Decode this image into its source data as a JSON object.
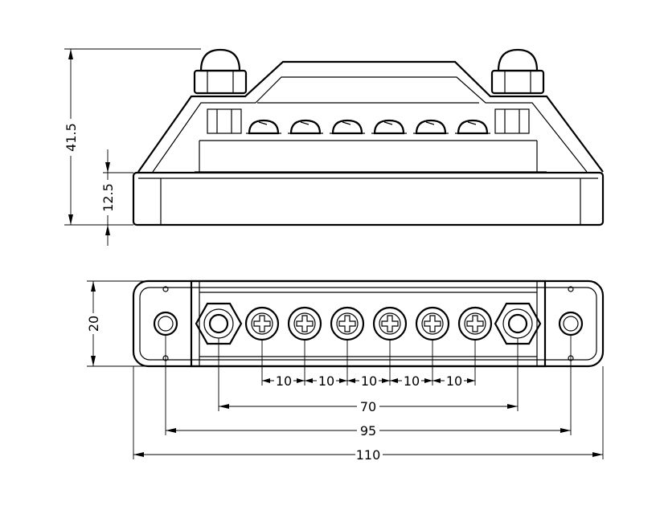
{
  "drawing": {
    "front_view": {
      "dimensions": {
        "total_height": "41.5",
        "base_height": "12.5"
      }
    },
    "top_view": {
      "dimensions": {
        "width": "20",
        "screw_pitch": [
          "10",
          "10",
          "10",
          "10",
          "10"
        ],
        "stud_spacing": "70",
        "mount_hole_spacing": "95",
        "overall_length": "110"
      },
      "screw_count": 6
    }
  }
}
